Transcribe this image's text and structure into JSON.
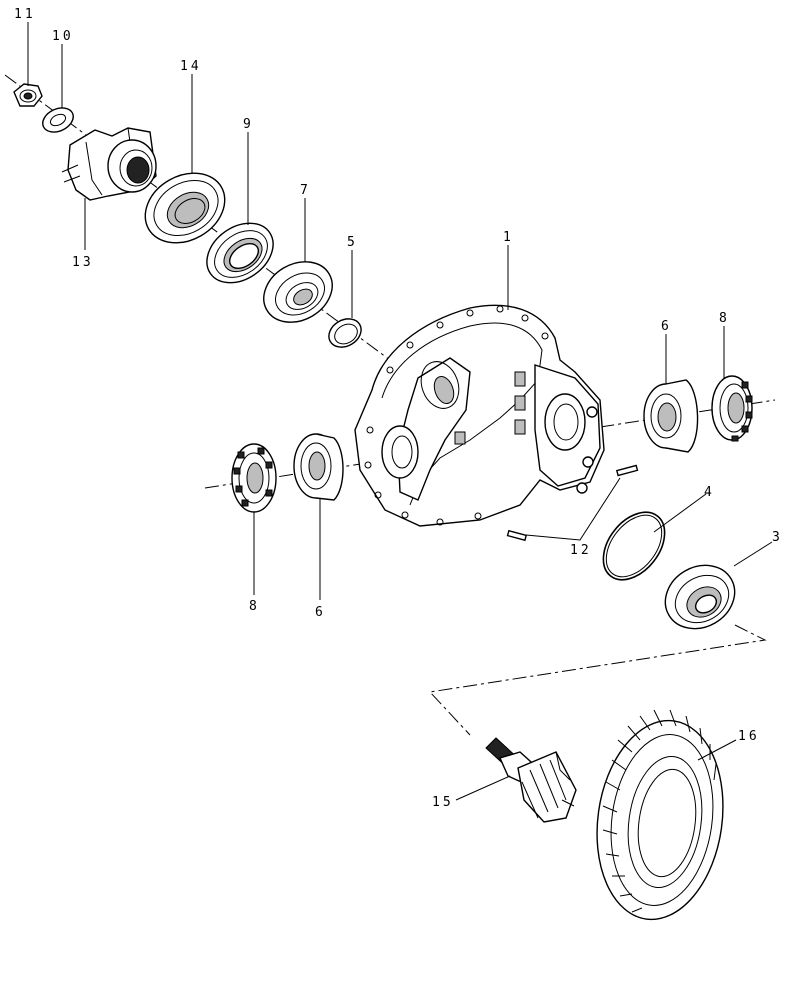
{
  "callouts": {
    "c1": "1",
    "c3": "3",
    "c4": "4",
    "c5": "5",
    "c6a": "6",
    "c6b": "6",
    "c7": "7",
    "c8a": "8",
    "c8b": "8",
    "c9": "9",
    "c10": "10",
    "c11": "11",
    "c12": "12",
    "c13": "13",
    "c14": "14",
    "c15": "15",
    "c16": "16"
  }
}
